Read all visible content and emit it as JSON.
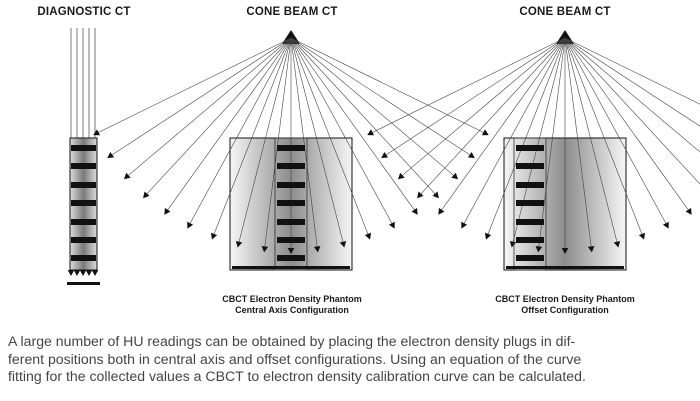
{
  "panels": [
    {
      "id": "diagnostic",
      "title": "DIAGNOSTIC CT",
      "caption": []
    },
    {
      "id": "cbct-central",
      "title": "CONE BEAM CT",
      "caption": [
        "CBCT Electron Density Phantom",
        "Central Axis Configuration"
      ]
    },
    {
      "id": "cbct-offset",
      "title": "CONE BEAM CT",
      "caption": [
        "CBCT Electron Density Phantom",
        "Offset Configuration"
      ]
    }
  ],
  "description": [
    "A large number of HU readings can be obtained by placing the electron density plugs in dif-",
    "ferent positions both in central axis and offset configurations. Using an equation of the curve",
    "fitting for the collected values a CBCT to electron density calibration curve can be calculated."
  ],
  "colors": {
    "ink": "#111111",
    "phantom_light": "#f4f4f4",
    "phantom_dark": "#8a8a8a"
  }
}
